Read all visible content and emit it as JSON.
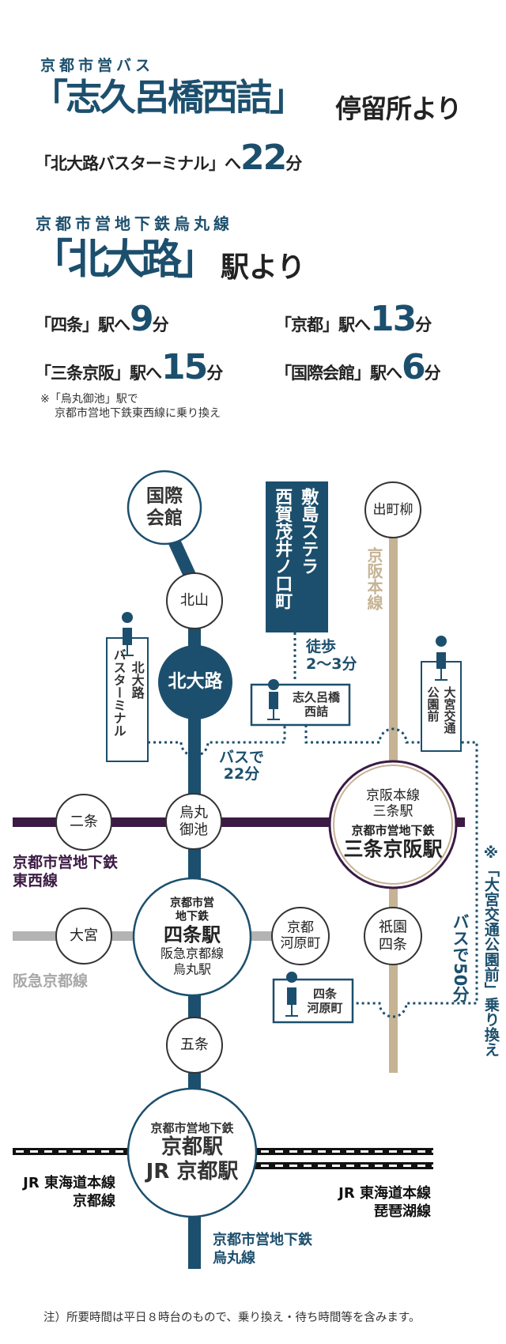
{
  "header": {
    "bus_operator": "京都市営バス",
    "bus_stop": "「志久呂橋西詰」",
    "bus_stop_suffix": "停留所より",
    "bus_route": {
      "pre": "「北大路バスターミナル」へ",
      "minutes": "22",
      "unit": "分"
    },
    "subway_line": "京都市営地下鉄烏丸線",
    "station": "「北大路」",
    "station_suffix": "駅より",
    "times": [
      {
        "pre": "「四条」駅へ",
        "minutes": "9",
        "unit": "分"
      },
      {
        "pre": "「京都」駅へ",
        "minutes": "13",
        "unit": "分"
      },
      {
        "pre": "「三条京阪」駅へ",
        "minutes": "15",
        "unit": "分"
      },
      {
        "pre": "「国際会館」駅へ",
        "minutes": "6",
        "unit": "分"
      }
    ],
    "note_lines": [
      "※「烏丸御池」駅で",
      "京都市営地下鉄東西線に乗り換え"
    ]
  },
  "map": {
    "colors": {
      "karasuma": "#1c4f6d",
      "tozai": "#3b1a44",
      "hankyu": "#b3b3b3",
      "keihan": "#c6b394",
      "jr": "#111111"
    },
    "property": {
      "line1": "敷島ステラ",
      "line2": "西賀茂井ノ口町"
    },
    "walk": {
      "line1": "徒歩",
      "line2": "2〜3分"
    },
    "stations": {
      "kokusai_kaikan": [
        "国際",
        "会館"
      ],
      "kitayama": "北山",
      "kitaoji": "北大路",
      "demachiyanagi": "出町柳",
      "nijo": "二条",
      "karasuma_oike": [
        "烏丸",
        "御池"
      ],
      "sanjo_keihan": [
        "京阪本線",
        "三条駅",
        "京都市営地下鉄",
        "三条京阪駅"
      ],
      "omiya": "大宮",
      "shijo": [
        "京都市営",
        "地下鉄",
        "四条駅",
        "阪急京都線",
        "烏丸駅"
      ],
      "kawaramachi": [
        "京都",
        "河原町"
      ],
      "gion_shijo": [
        "祇園",
        "四条"
      ],
      "gojo": "五条",
      "kyoto": [
        "京都市営地下鉄",
        "京都駅",
        "JR 京都駅"
      ]
    },
    "bus_stops": {
      "shikuro": [
        "志久呂橋",
        "西詰"
      ],
      "kitaoji_terminal": [
        "北大路",
        "バスターミナル"
      ],
      "omiya_park": [
        "大宮交通",
        "公園前"
      ],
      "shijo_kawaramachi": [
        "四条",
        "河原町"
      ]
    },
    "bus_22": [
      "バスで",
      "22分"
    ],
    "bus_50": "バスで50分",
    "transfer_note": "※「大宮交通公園前」乗り換え",
    "line_labels": {
      "keihan": "京阪本線",
      "tozai": [
        "京都市営地下鉄",
        "東西線"
      ],
      "hankyu": "阪急京都線",
      "jr_left": [
        "JR 東海道本線",
        "京都線"
      ],
      "jr_right": [
        "JR 東海道本線",
        "琵琶湖線"
      ],
      "karasuma": [
        "京都市営地下鉄",
        "烏丸線"
      ]
    }
  },
  "footer": "注）所要時間は平日８時台のもので、乗り換え・待ち時間等を含みます。"
}
